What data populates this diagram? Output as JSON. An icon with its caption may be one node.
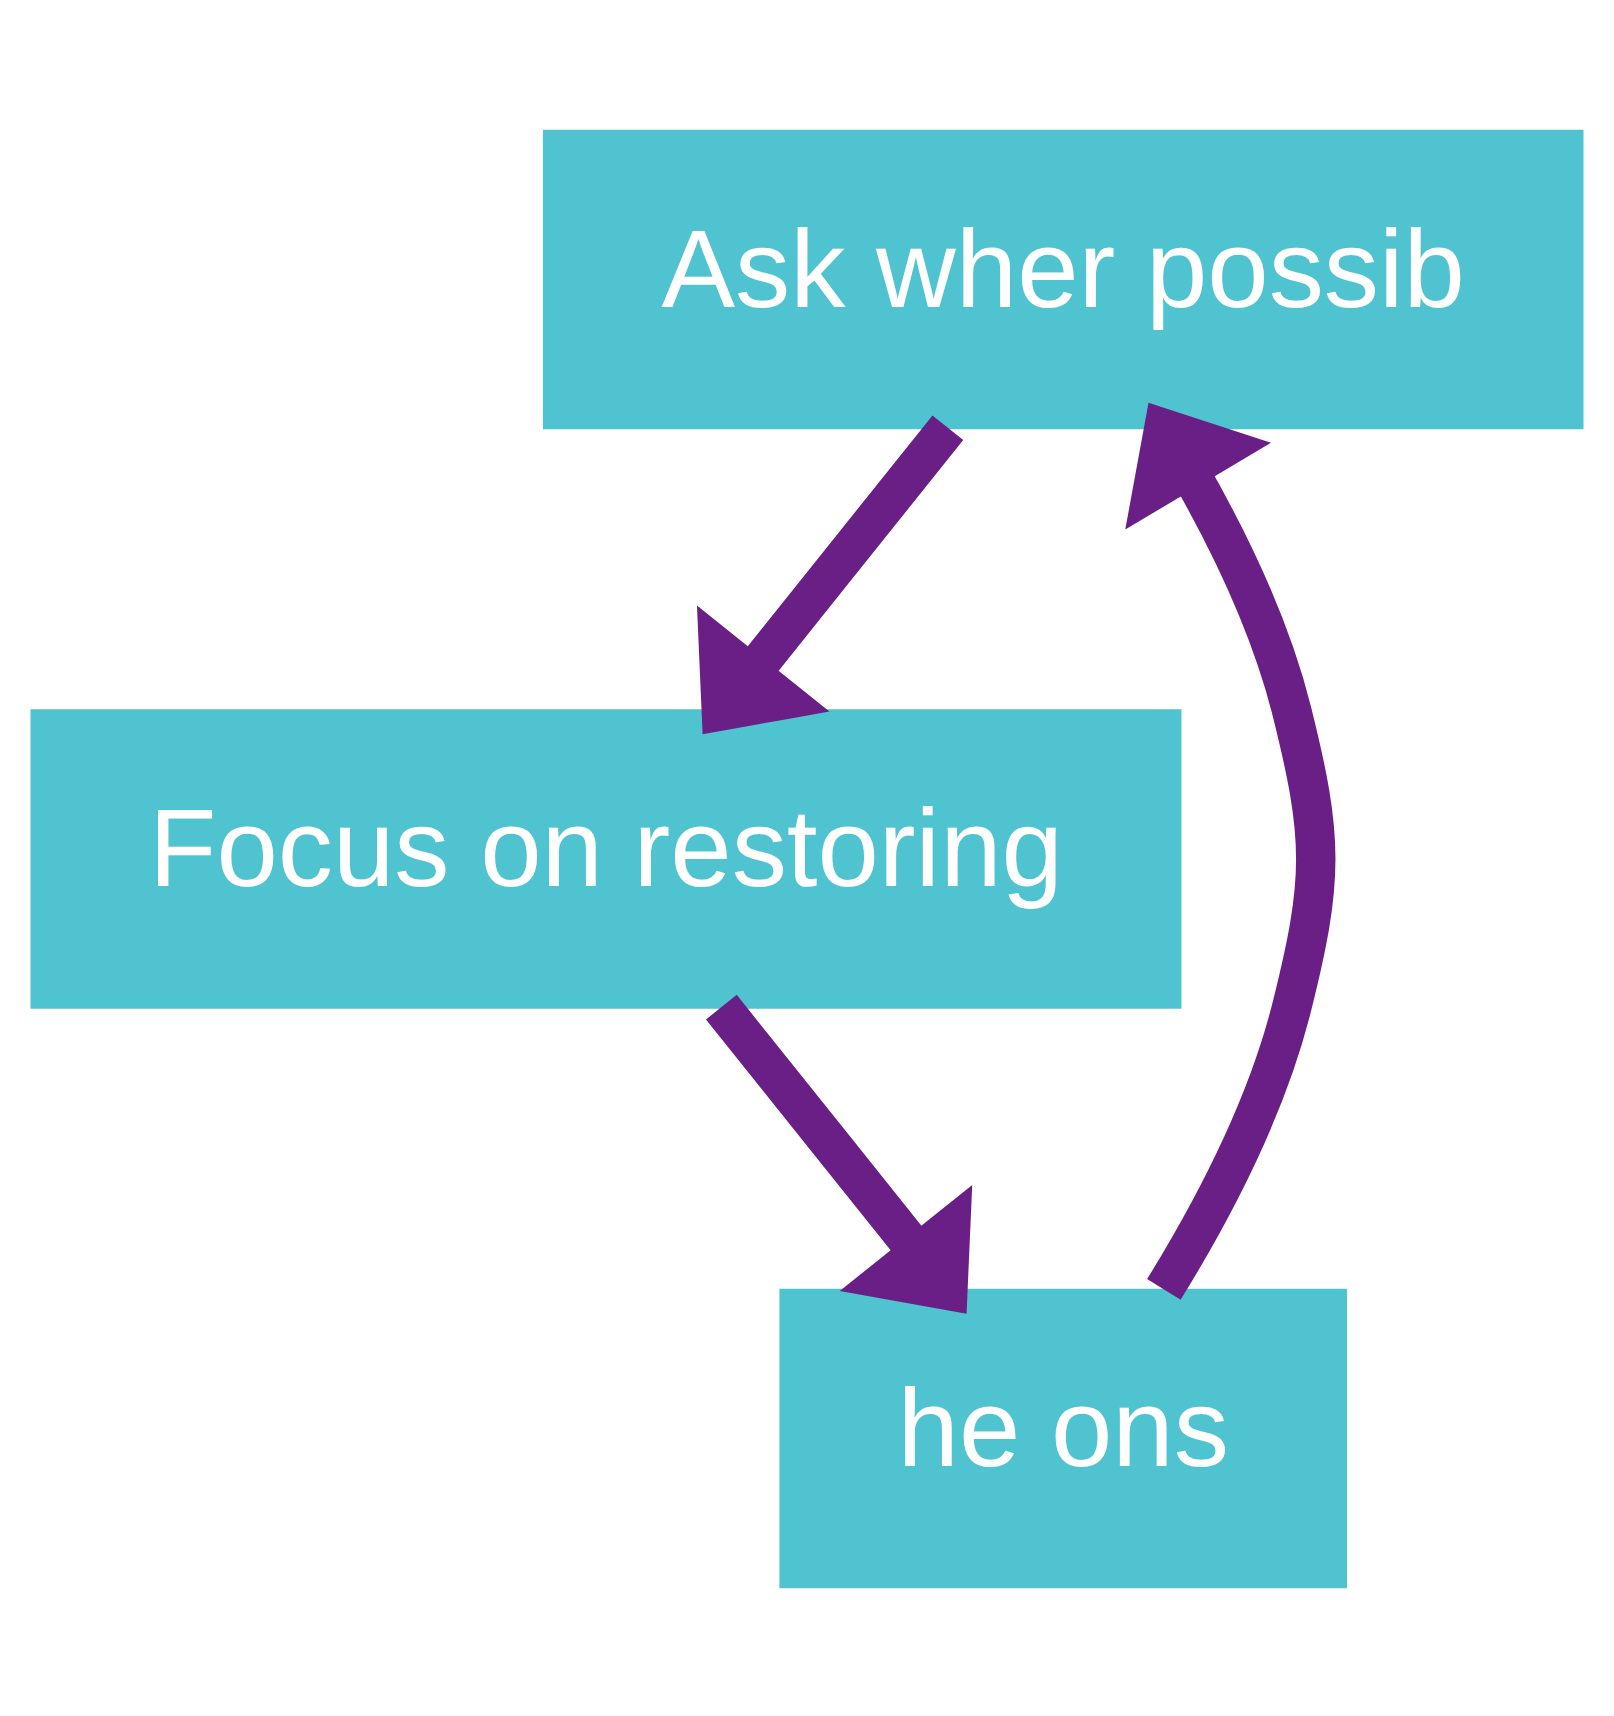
{
  "diagram": {
    "nodes": [
      {
        "text": [
          "Ask wher possib"
        ]
      },
      {
        "text": [
          "he ons"
        ]
      },
      {
        "text": [
          "Focus on restoring"
        ]
      }
    ],
    "edges": [
      {
        "from": 1,
        "to": 0,
        "arrow": "to"
      },
      {
        "from": 0,
        "to": 2,
        "arrow": "to"
      },
      {
        "from": 2,
        "to": 1,
        "arrow": "to"
      }
    ]
  }
}
